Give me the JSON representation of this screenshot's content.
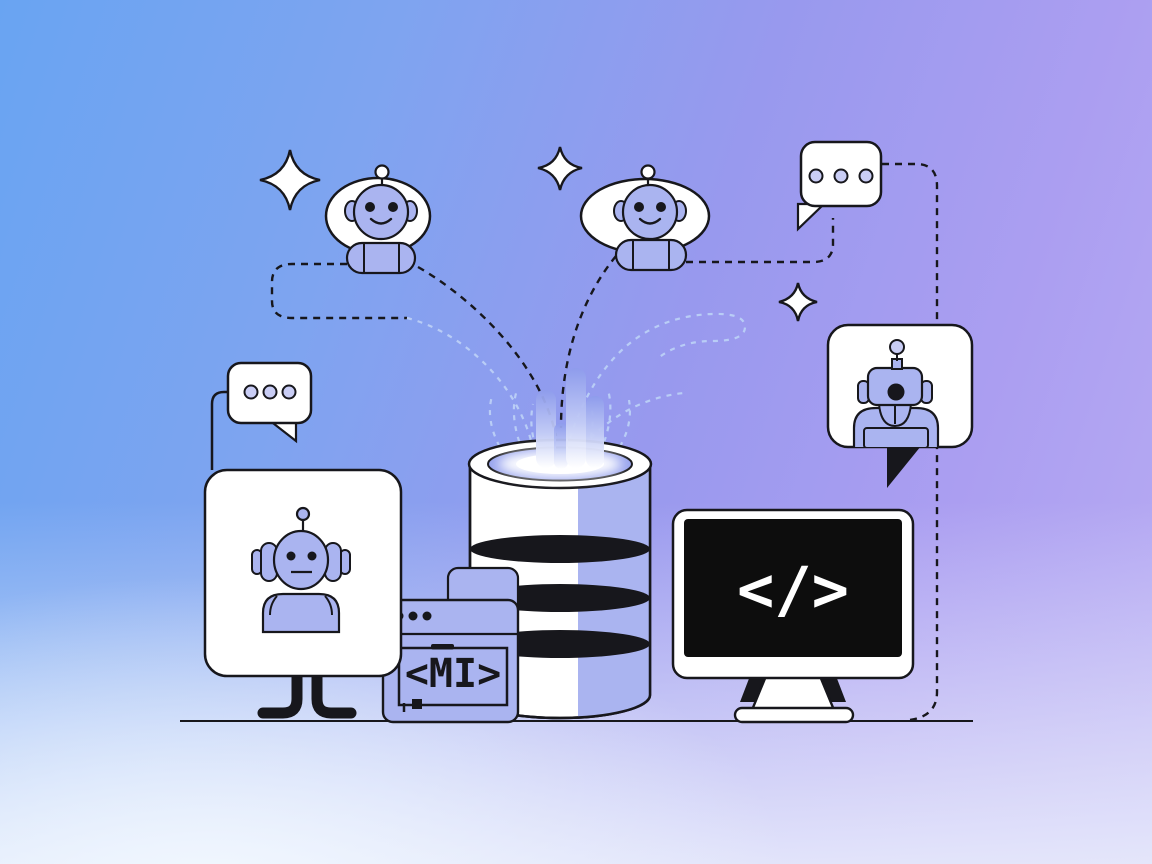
{
  "scene": {
    "description": "Flat vector illustration: AI chatbots, speech bubbles and sparkles connected by dashed flow lines to a glowing machine-learning database, a code window and a monitor",
    "sparkle_count": 3
  },
  "colors": {
    "bg_blue": "#69a4f2",
    "bg_purple": "#b8acf3",
    "periwinkle": "#aab4f0",
    "periwinkle_light": "#c9cdf5",
    "periwinkle_deep": "#98a4ee",
    "outline": "#17171c",
    "white": "#ffffff",
    "screen_black": "#0d0d0d",
    "dashed_light": "#b9cdf6"
  },
  "monitor": {
    "icon": "code-tag-icon",
    "code_label": "</>"
  },
  "code_window": {
    "icon": "browser-window-icon",
    "code_label": "<MI>",
    "overline_on": "M",
    "titlebar_dots": 3
  },
  "database": {
    "icon": "database-icon",
    "segments": 4,
    "light_beams": 4
  },
  "speech_bubbles": {
    "left_dots": 3,
    "top_right_dots": 3
  },
  "robots": {
    "top_left": "smiling-chatbot-head",
    "top_center": "smiling-chatbot-head",
    "card_left": "robot-with-headphones-avatar",
    "card_right": "one-eyed-robot-avatar"
  }
}
